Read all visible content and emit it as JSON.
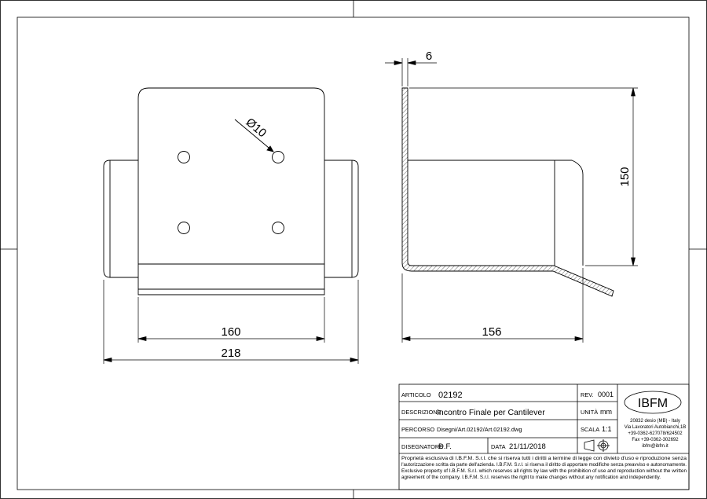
{
  "dimensions": {
    "thickness": "6",
    "hole_diameter": "Ø10",
    "height": "150",
    "plate_width": "160",
    "overall_width": "218",
    "depth": "156"
  },
  "title_block": {
    "articolo_label": "ARTICOLO",
    "articolo_value": "02192",
    "descrizione_label": "DESCRIZIONE",
    "descrizione_value": "Incontro Finale per Cantilever",
    "percorso_label": "PERCORSO",
    "percorso_value": "Disegni/Art.02192/Art.02192.dwg",
    "disegnatore_label": "DISEGNATORE",
    "disegnatore_value": "D.F.",
    "data_label": "DATA",
    "data_value": "21/11/2018",
    "rev_label": "REV.",
    "rev_value": "0001",
    "unita_label": "UNITÀ",
    "unita_value": "mm",
    "scala_label": "SCALA",
    "scala_value": "1:1",
    "logo_text": "IBFM",
    "company_address_1": "20832 desio (MB) - Italy",
    "company_address_2": "Via Lavoratori Autobianchi,1B",
    "company_phone": "+39-0362-627078/624502",
    "company_fax": "Fax +39-0362-302692",
    "company_email": "ibfm@ibfm.it",
    "notice_line_1": "Proprietà esclusiva di I.B.F.M. S.r.l. che si riserva tutti i diritti a termine di legge con divieto d'uso e riproduzione senza",
    "notice_line_2": "l'autorizzazione scritta da parte dell'azienda. I.B.F.M. S.r.l. si riserva il diritto di apportare modifiche senza preavviso e autonomamente.",
    "notice_line_3": "Exclusive property of I.B.F.M. S.r.l. which reserves all rights by law with the prohibition of use and reproduction without the written",
    "notice_line_4": "agreement of the company. I.B.F.M. S.r.l. reserves the right to make changes without any notification and independently."
  }
}
